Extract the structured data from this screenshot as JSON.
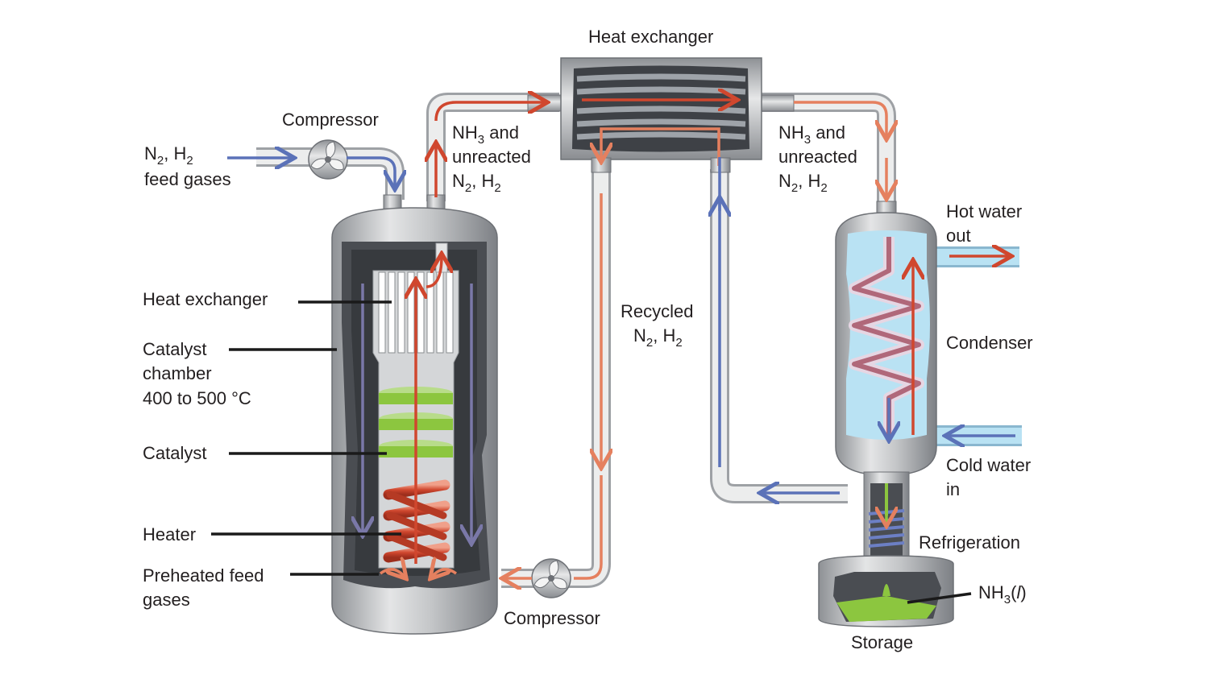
{
  "labels": {
    "heat_exchanger_top": "Heat exchanger",
    "compressor_top": "Compressor",
    "compressor_bottom": "Compressor",
    "feed": {
      "line1_prefix": "N",
      "line1_sub1": "2",
      "line1_mid": ", H",
      "line1_sub2": "2",
      "line2": "feed gases"
    },
    "nh3_left": {
      "prefix": "NH",
      "sub": "3",
      "suffix": " and",
      "line2": "unreacted",
      "line3_prefix": "N",
      "line3_sub1": "2",
      "line3_mid": ", H",
      "line3_sub2": "2"
    },
    "nh3_right": {
      "prefix": "NH",
      "sub": "3",
      "suffix": " and",
      "line2": "unreacted",
      "line3_prefix": "N",
      "line3_sub1": "2",
      "line3_mid": ", H",
      "line3_sub2": "2"
    },
    "recycled": {
      "line1": "Recycled",
      "line2_prefix": "N",
      "line2_sub1": "2",
      "line2_mid": ", H",
      "line2_sub2": "2"
    },
    "reactor_heat_exchanger": "Heat exchanger",
    "catalyst_chamber": {
      "line1": "Catalyst",
      "line2": "chamber",
      "line3": "400 to 500 °C"
    },
    "catalyst": "Catalyst",
    "heater": "Heater",
    "preheated": {
      "line1": "Preheated feed",
      "line2": "gases"
    },
    "hot_water": {
      "line1": "Hot water",
      "line2": "out"
    },
    "condenser": "Condenser",
    "cold_water": {
      "line1": "Cold water",
      "line2": "in"
    },
    "refrigeration": "Refrigeration",
    "nh3_liquid": {
      "prefix": "NH",
      "sub": "3",
      "paren_open": "(",
      "italic": "l",
      "paren_close": ")"
    },
    "storage": "Storage"
  },
  "colors": {
    "hot_flow": "#d0472e",
    "warm_flow": "#e5805f",
    "cold_flow": "#5b72b8",
    "catalyst": "#8cc63f",
    "water": "#b9e2f3",
    "vessel_steel": "#b8babd",
    "vessel_dark": "#4a4d52"
  },
  "icons": [
    "compressor-icon",
    "compressor-icon",
    "heater-coil-icon",
    "condenser-coil-icon",
    "refrigeration-coil-icon"
  ]
}
